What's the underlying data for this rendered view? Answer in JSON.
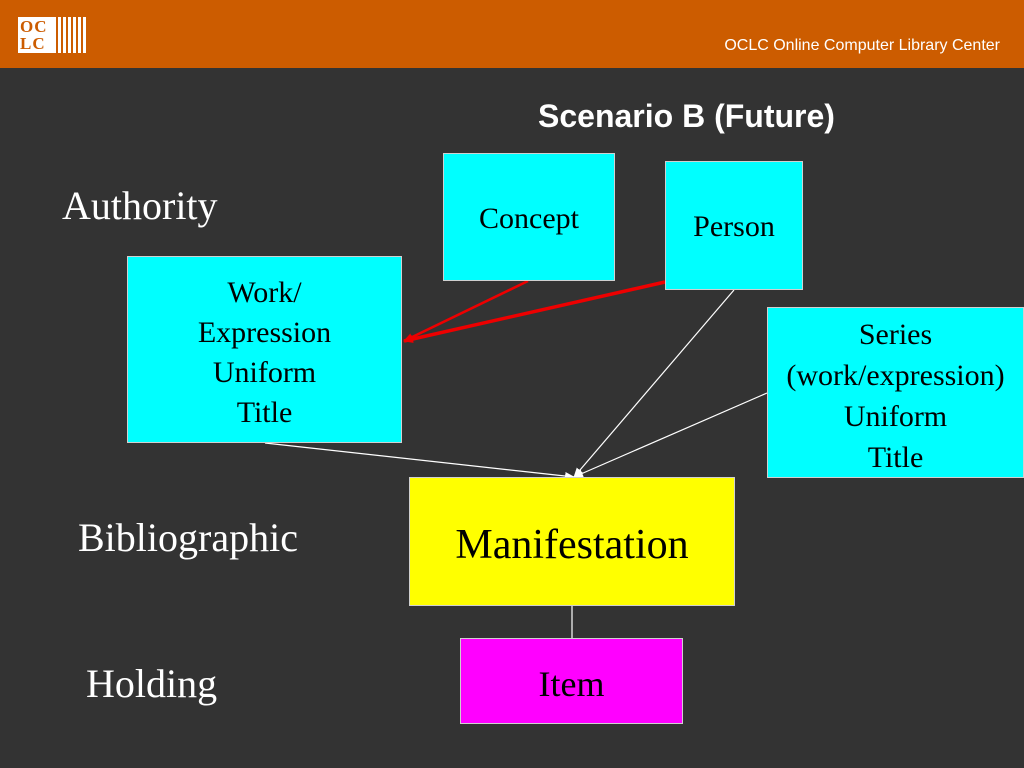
{
  "header": {
    "logo_top": "OC",
    "logo_bottom": "LC",
    "org_name": "OCLC Online Computer Library Center"
  },
  "slide_title": "Scenario B (Future)",
  "levels": {
    "authority": "Authority",
    "bibliographic": "Bibliographic",
    "holding": "Holding"
  },
  "nodes": {
    "concept": "Concept",
    "person": "Person",
    "work": [
      "Work/",
      "Expression",
      "Uniform",
      "Title"
    ],
    "series": [
      "Series",
      "(work/expression)",
      "Uniform",
      "Title"
    ],
    "manifestation": "Manifestation",
    "item": "Item"
  },
  "colors": {
    "background": "#333333",
    "header": "#cc5c00",
    "authority_box": "#00ffff",
    "bibliographic_box": "#ffff00",
    "holding_box": "#ff00ff",
    "relation_red": "#ee0000",
    "connector": "#ffffff"
  },
  "edges": [
    {
      "from": "concept",
      "to": "work",
      "color": "red",
      "arrow": true
    },
    {
      "from": "person",
      "to": "work",
      "color": "red",
      "arrow": true
    },
    {
      "from": "work",
      "to": "manifestation",
      "color": "white",
      "arrow": true
    },
    {
      "from": "person",
      "to": "manifestation",
      "color": "white",
      "arrow": true
    },
    {
      "from": "series",
      "to": "manifestation",
      "color": "white",
      "arrow": true
    },
    {
      "from": "manifestation",
      "to": "item",
      "color": "white",
      "arrow": false
    }
  ]
}
